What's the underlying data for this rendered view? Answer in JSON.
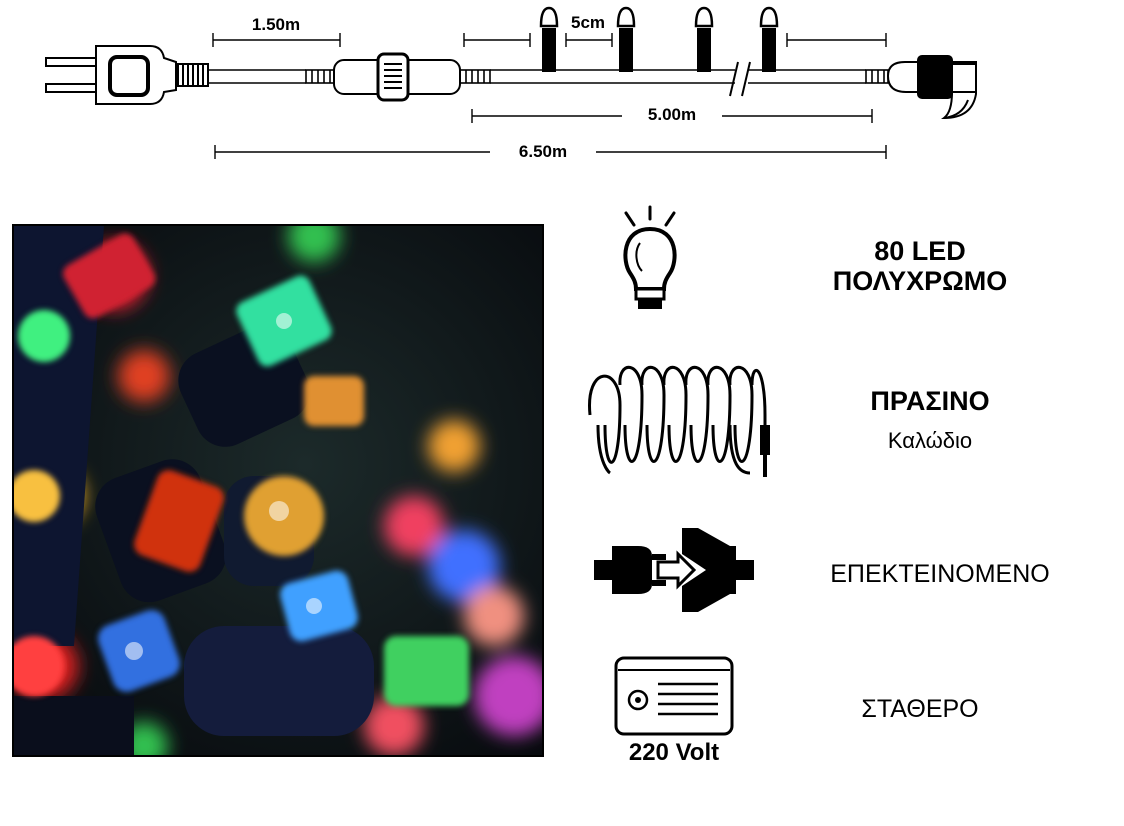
{
  "diagram": {
    "lead_length": "1.50m",
    "led_spacing": "5cm",
    "lit_length": "5.00m",
    "total_length": "6.50m"
  },
  "features": {
    "led": {
      "count_label": "80 LED",
      "color_label": "ΠΟΛΥΧΡΩΜΟ",
      "icon": "bulb-icon"
    },
    "cable": {
      "color_label": "ΠΡΑΣΙΝΟ",
      "sub_label": "Καλώδιο",
      "icon": "coiled-cable-icon"
    },
    "connect": {
      "label": "ΕΠΕΚΤΕΙΝΟΜΕΝΟ",
      "icon": "plug-connect-icon"
    },
    "power": {
      "label": "ΣΤΑΘΕΡΟ",
      "voltage_label": "220 Volt",
      "icon": "transformer-icon"
    }
  },
  "photo": {
    "icon": "multicolor-led-photo"
  },
  "colors": {
    "red": "#e02020",
    "green": "#20c040",
    "blue": "#2a5cff",
    "amber": "#f0a020"
  }
}
